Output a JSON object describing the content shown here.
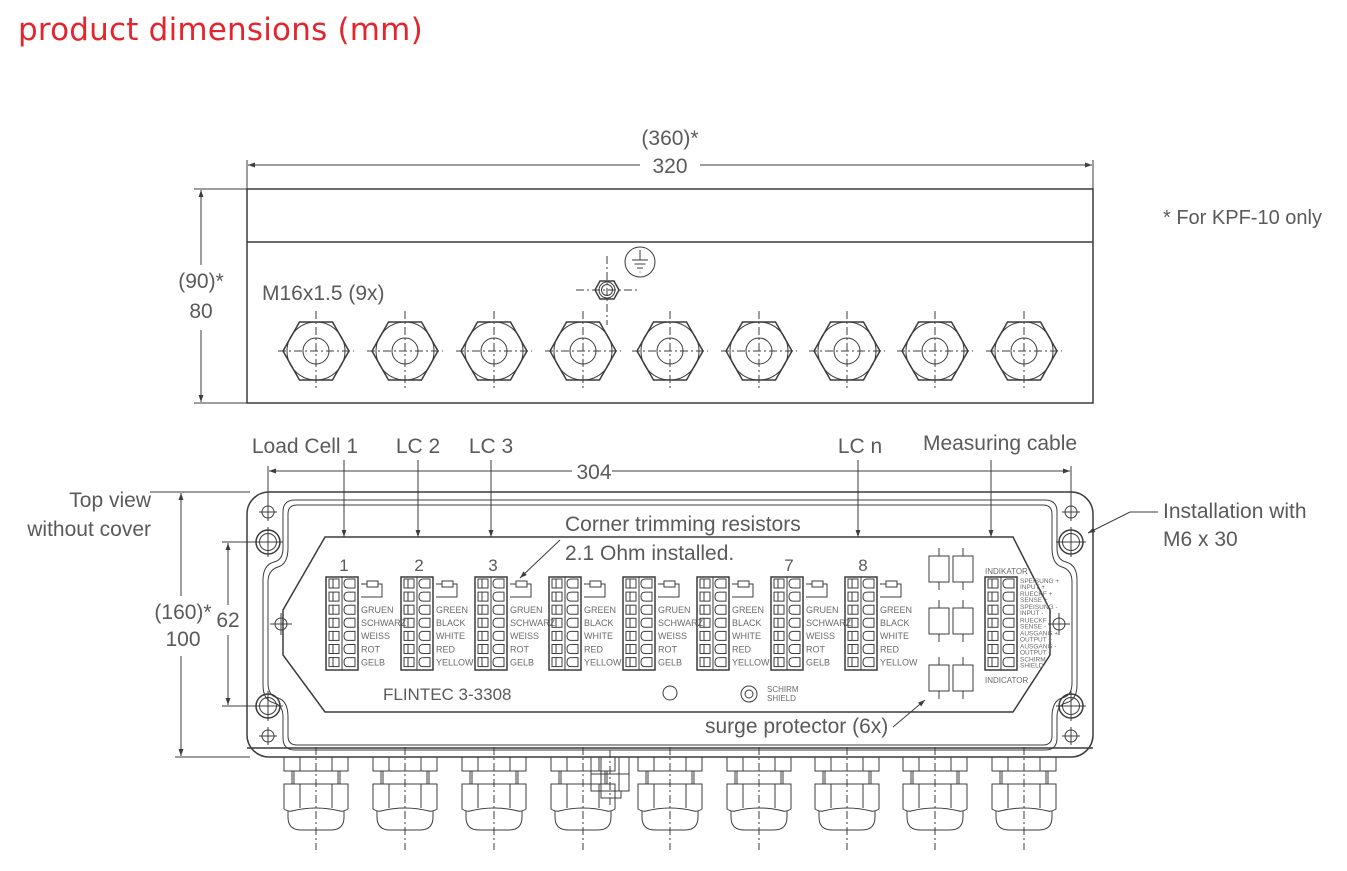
{
  "title": "product dimensions (mm)",
  "colors": {
    "title": "#e3262d",
    "line": "#3c3c3c",
    "text": "#5a5a5a"
  },
  "front_view": {
    "width_alt": "(360)*",
    "width": "320",
    "height_alt": "(90)*",
    "height": "80",
    "gland_label": "M16x1.5 (9x)",
    "gland_count": 9,
    "ground_icon": "earth-ground-icon"
  },
  "footnote": "* For KPF-10 only",
  "top_view": {
    "caption_line1": "Top view",
    "caption_line2": "without cover",
    "width": "304",
    "height_alt": "(160)*",
    "height": "100",
    "inner_height": "62",
    "callouts": {
      "load_cell_1": "Load Cell 1",
      "lc2": "LC 2",
      "lc3": "LC 3",
      "lcn": "LC n",
      "measuring_cable": "Measuring cable",
      "trim_line1": "Corner trimming resistors",
      "trim_line2": "2.1 Ohm installed.",
      "install_line1": "Installation with",
      "install_line2": "M6 x 30",
      "surge": "surge protector (6x)"
    },
    "terminal_numbers": [
      "1",
      "2",
      "3",
      "",
      "",
      "",
      "7",
      "8"
    ],
    "wire_labels_de": [
      "GRUEN",
      "SCHWARZ",
      "WEISS",
      "ROT",
      "GELB"
    ],
    "wire_labels_en": [
      "GREEN",
      "BLACK",
      "WHITE",
      "RED",
      "YELLOW"
    ],
    "indicator_top": "INDIKATOR",
    "indicator_bottom": "INDICATOR",
    "indicator_labels": [
      [
        "SPEISUNG +",
        "INPUT +"
      ],
      [
        "RUECKF +",
        "SENSE +"
      ],
      [
        "SPEISUNG -",
        "INPUT -"
      ],
      [
        "RUECKF -",
        "SENSE -"
      ],
      [
        "AUSGANG +",
        "OUTPUT +"
      ],
      [
        "AUSGANG -",
        "OUTPUT -"
      ],
      [
        "SCHIRM",
        "SHIELD"
      ]
    ],
    "brand": "FLINTEC  3-3308",
    "shield_label_1": "SCHIRM",
    "shield_label_2": "SHIELD"
  }
}
